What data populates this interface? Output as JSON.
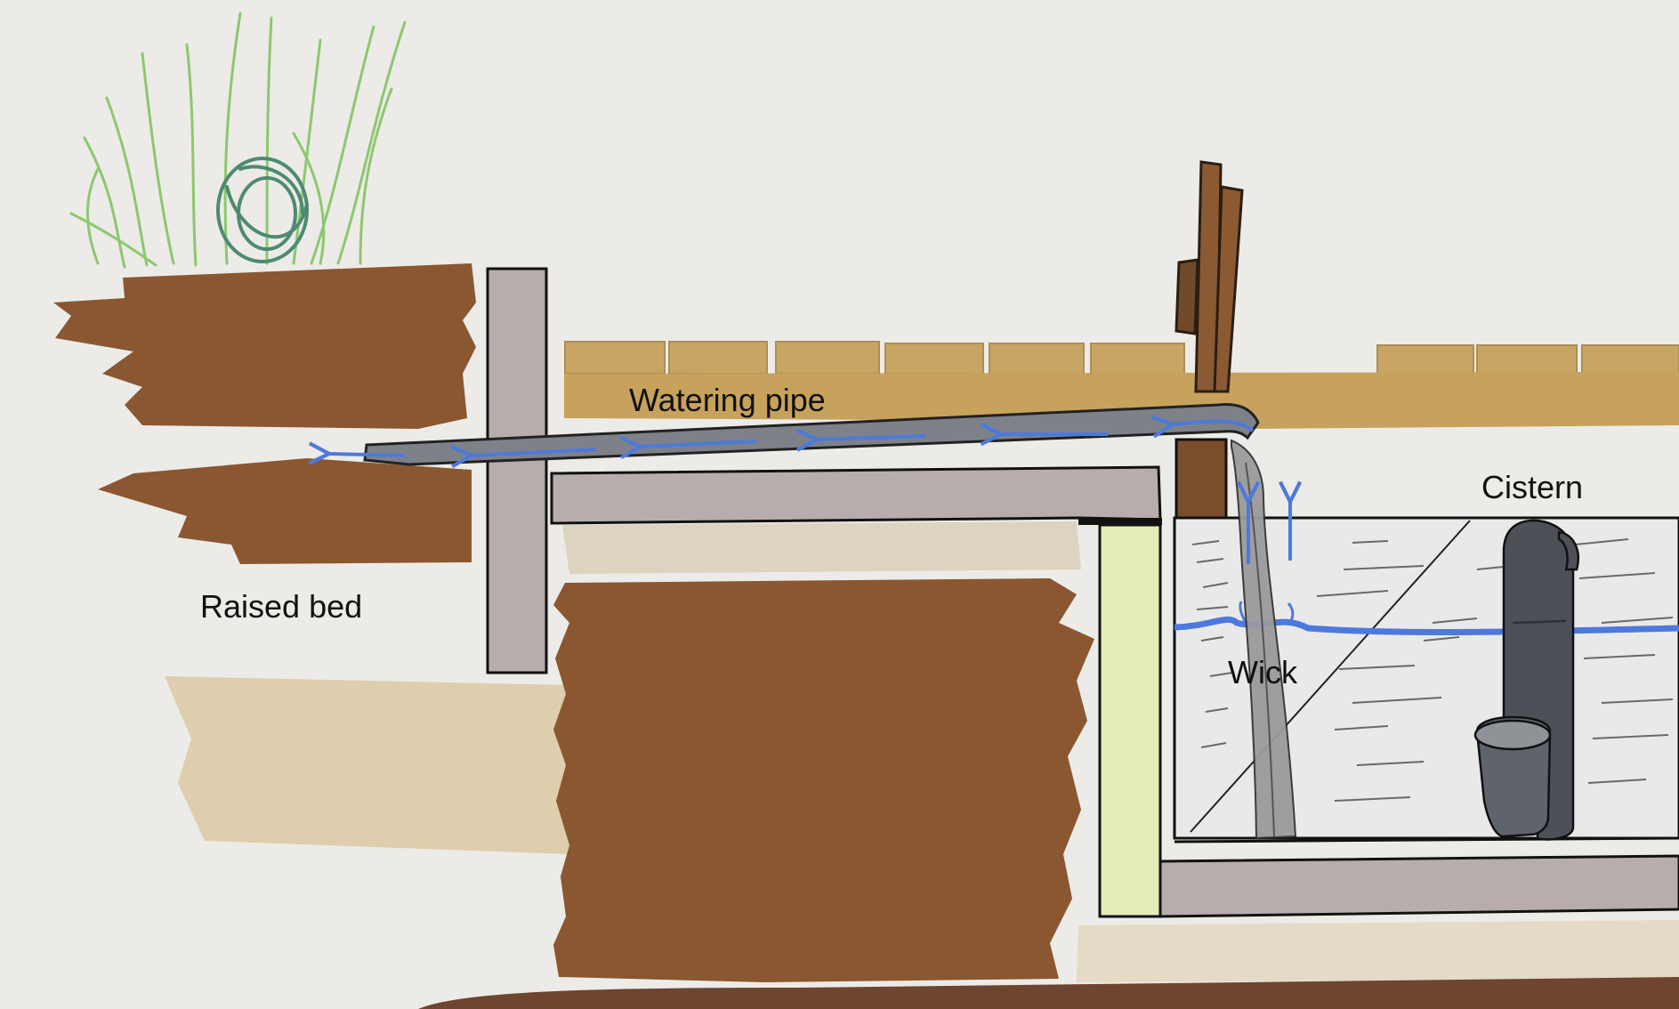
{
  "labels": {
    "watering_pipe": "Watering pipe",
    "cistern": "Cistern",
    "raised_bed": "Raised bed",
    "wick": "Wick"
  },
  "colors": {
    "paper": "#ecebe7",
    "soil": "#8a5731",
    "sand": "#c7a25c",
    "concrete": "#b7adad",
    "pipe": "#7e8288",
    "water_arrows": "#4e79dc",
    "wood_post": "#6f4a2b",
    "plant_green": "#8dc86f",
    "plant_dark": "#4e8a72",
    "insulation": "#e6ecb8",
    "downpipe": "#4d5057"
  }
}
